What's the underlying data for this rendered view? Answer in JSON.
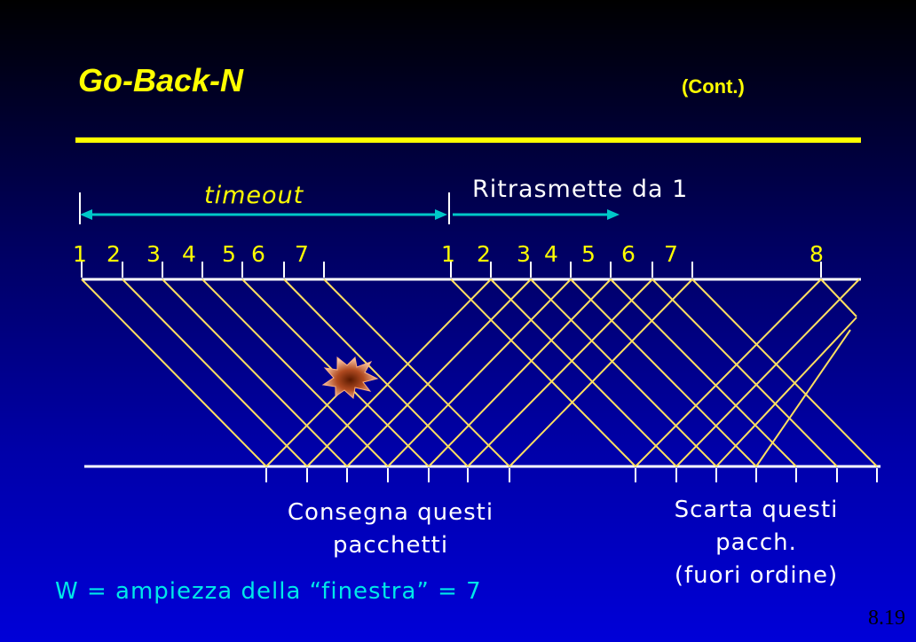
{
  "title": "Go-Back-N",
  "subtitle": "(Cont.)",
  "timeout_label": "timeout",
  "retransmit_label": "Ritrasmette da 1",
  "sender_packets": [
    "1",
    "2",
    "3",
    "4",
    "5",
    "6",
    "7",
    "1",
    "2",
    "3",
    "4",
    "5",
    "6",
    "7",
    "8"
  ],
  "deliver_label": [
    "Consegna questi",
    "pacchetti"
  ],
  "discard_label": [
    "Scarta questi",
    "pacch.",
    "(fuori ordine)"
  ],
  "window_label": "W = ampiezza della “finestra” = 7",
  "page_number": "8.19",
  "colors": {
    "background": "#0000c8",
    "title": "#ffff00",
    "lines": "#ffe060",
    "arrow": "#00c8c8",
    "window_text": "#00e8e8"
  },
  "icons": {
    "lost_packet": "explosion-burst-icon"
  }
}
